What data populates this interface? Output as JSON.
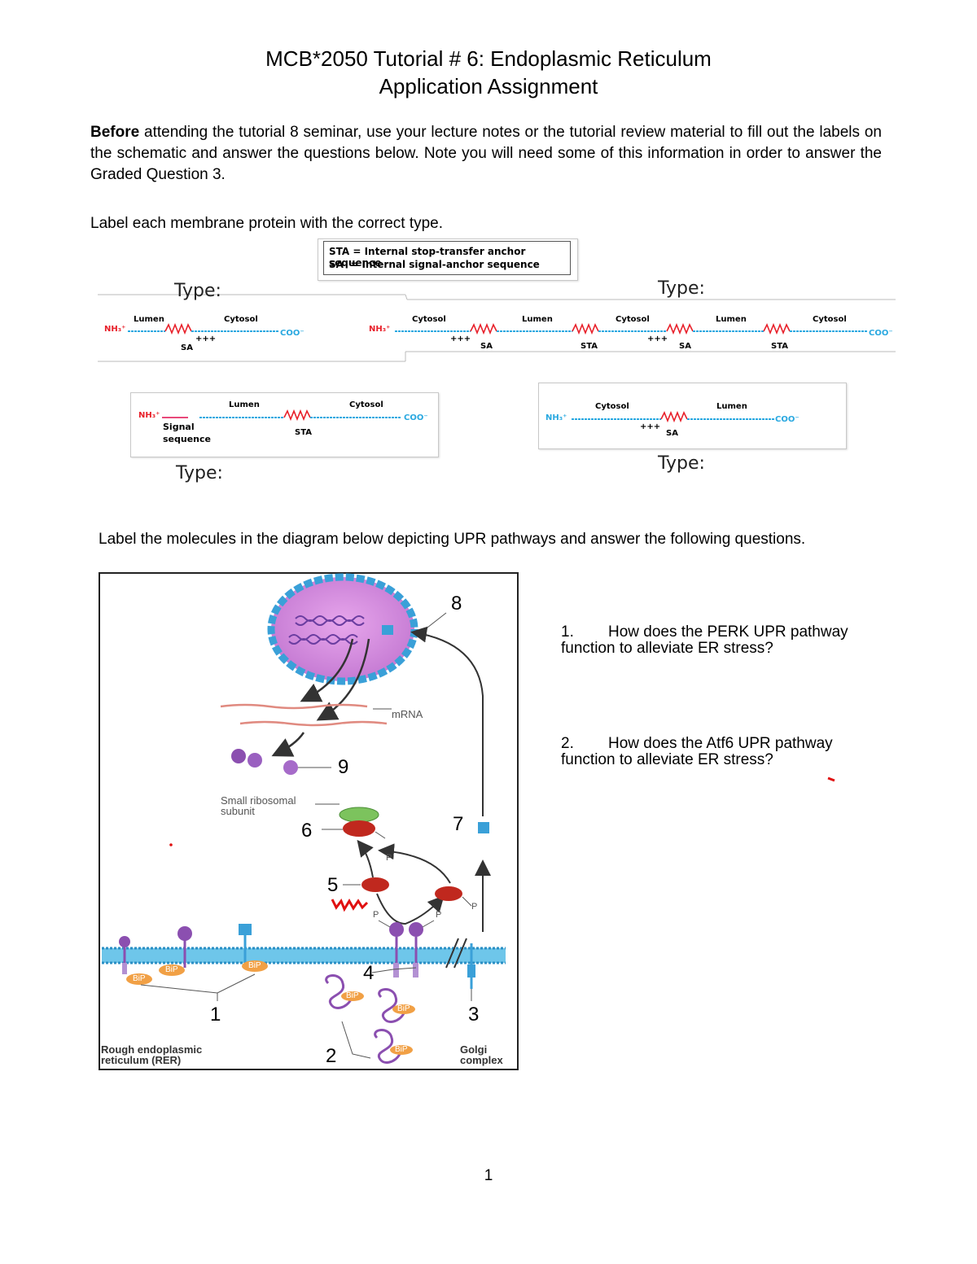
{
  "header": {
    "title_line1": "MCB*2050 Tutorial # 6: Endoplasmic Reticulum",
    "title_line2": "Application Assignment"
  },
  "intro": {
    "bold_word": "Before",
    "text": " attending the tutorial 8 seminar, use your lecture notes or the tutorial review material to fill out the labels on the schematic and answer the questions below. Note you will need some of this information in order to answer the Graded Question 3."
  },
  "section1": {
    "instruction": "Label each membrane protein with the correct type.",
    "legend": {
      "line1": "STA = Internal stop-transfer anchor sequence",
      "line2": "SA  = Internal signal-anchor sequence"
    },
    "type_label": "Type:",
    "nh3": "NH₃⁺",
    "coo": "COO⁻",
    "lumen": "Lumen",
    "cytosol": "Cytosol",
    "plus": "+++",
    "sa": "SA",
    "sta": "STA",
    "signal_line1": "Signal",
    "signal_line2": "sequence"
  },
  "section2": {
    "instruction": "Label the molecules in the diagram below depicting UPR pathways and answer the following questions.",
    "diagram": {
      "mrna": "mRNA",
      "small_ribosomal_line1": "Small ribosomal",
      "small_ribosomal_line2": "subunit",
      "bip": "BiP",
      "p": "P",
      "rer_line1": "Rough endoplasmic",
      "rer_line2": "reticulum (RER)",
      "golgi_line1": "Golgi",
      "golgi_line2": "complex",
      "numbers": [
        "1",
        "2",
        "3",
        "4",
        "5",
        "6",
        "7",
        "8",
        "9"
      ]
    },
    "questions": [
      {
        "num": "1.",
        "line1": "How does the PERK UPR pathway",
        "line2": "function to alleviate ER stress?"
      },
      {
        "num": "2.",
        "line1": "How does the Atf6 UPR pathway",
        "line2": "function to alleviate ER stress?"
      }
    ]
  },
  "footer": {
    "page_number": "1"
  },
  "colors": {
    "membrane_blue": "#29a8e0",
    "helix_red": "#e8202a",
    "ribosome_red": "#c0281e",
    "purple": "#8b4fb0",
    "bip_orange": "#f1a045"
  }
}
